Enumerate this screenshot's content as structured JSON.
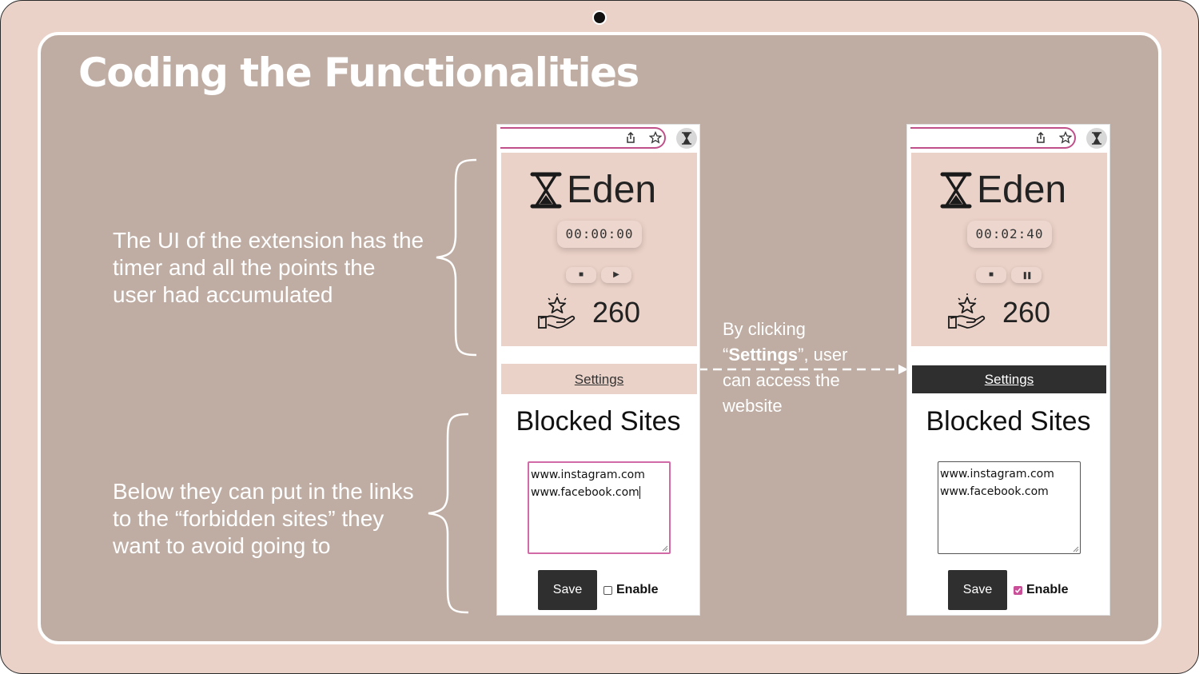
{
  "slide": {
    "title": "Coding the Functionalities",
    "desc_top": "The UI of the extension has the timer and all the points the user had accumulated",
    "desc_bottom": "Below they can put in the links to the “forbidden sites” they want to avoid going to",
    "note": {
      "pre": "By clicking “",
      "bold": "Settings",
      "post": "”, user can access the website"
    }
  },
  "popups": [
    {
      "brand": "Eden",
      "timer": "00:00:00",
      "stop_icon": "■",
      "toggle_icon": "▶",
      "toggle_icon_name": "play-icon",
      "points": "260",
      "settings_label": "Settings",
      "settings_hover": false,
      "blocked_title": "Blocked Sites",
      "sites": [
        "www.instagram.com",
        "www.facebook.com"
      ],
      "save_label": "Save",
      "enable_label": "Enable",
      "enable_checked": false
    },
    {
      "brand": "Eden",
      "timer": "00:02:40",
      "stop_icon": "■",
      "toggle_icon": "❚❚",
      "toggle_icon_name": "pause-icon",
      "points": "260",
      "settings_label": "Settings",
      "settings_hover": true,
      "blocked_title": "Blocked Sites",
      "sites": [
        "www.instagram.com",
        "www.facebook.com"
      ],
      "save_label": "Save",
      "enable_label": "Enable",
      "enable_checked": true
    }
  ],
  "icons": {
    "share": "share-icon",
    "star": "bookmark-star-icon",
    "extension": "hourglass-icon",
    "points": "star-in-hand-icon"
  },
  "colors": {
    "background": "#ebd2c8",
    "slide": "#bfada3",
    "accent": "#c94f98",
    "dark": "#2f2f2f"
  }
}
